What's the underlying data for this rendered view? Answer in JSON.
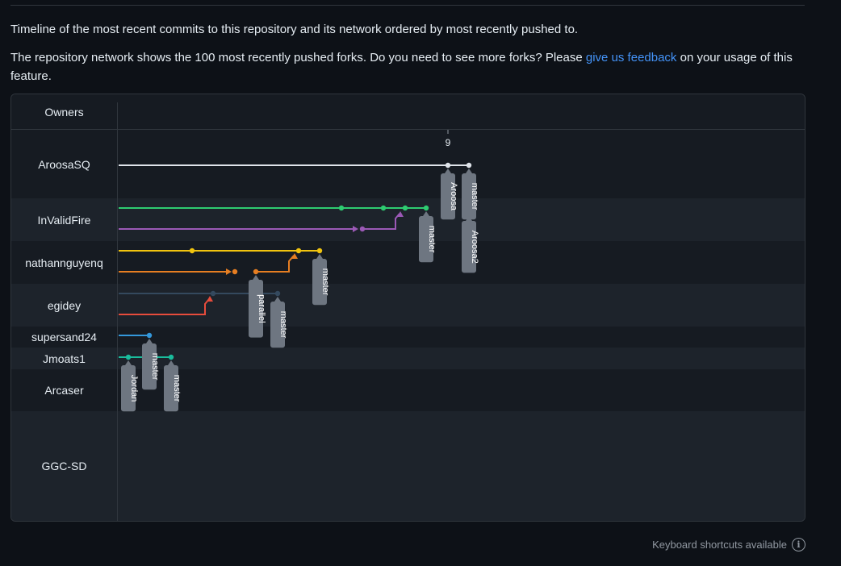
{
  "description": {
    "line1": "Timeline of the most recent commits to this repository and its network ordered by most recently pushed to.",
    "line2_before": "The repository network shows the 100 most recently pushed forks. Do you need to see more forks? Please ",
    "line2_link": "give us feedback",
    "line2_after": " on your usage of this feature."
  },
  "graph": {
    "owners_header": "Owners",
    "date_marker": "9",
    "owners": [
      {
        "name": "AroosaSQ"
      },
      {
        "name": "InValidFire"
      },
      {
        "name": "nathannguyenq"
      },
      {
        "name": "egidey"
      },
      {
        "name": "supersand24"
      },
      {
        "name": "Jmoats1"
      },
      {
        "name": "Arcaser"
      },
      {
        "name": "GGC-SD"
      }
    ],
    "branch_tags": [
      "Aroosa",
      "master",
      "master",
      "Aroosa2",
      "master",
      "parallel",
      "master",
      "master",
      "Jordan",
      "master"
    ],
    "colors": {
      "white": "#dfe4ea",
      "green": "#2ecc71",
      "purple": "#9b59b6",
      "yellow": "#f1c40f",
      "orange": "#e67e22",
      "slate": "#34495e",
      "red": "#e74c3c",
      "blue": "#3498db",
      "teal": "#1abc9c",
      "tag": "#6e7681"
    }
  },
  "footer": {
    "shortcuts_label": "Keyboard shortcuts available"
  }
}
